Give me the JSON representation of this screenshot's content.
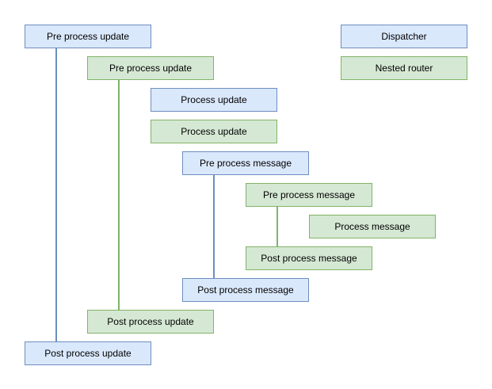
{
  "diagram": {
    "legend": {
      "dispatcher": "Dispatcher",
      "nested_router": "Nested router"
    },
    "nodes": [
      {
        "label": "Pre process update",
        "actor": "dispatcher"
      },
      {
        "label": "Pre process update",
        "actor": "nested_router"
      },
      {
        "label": "Process update",
        "actor": "dispatcher"
      },
      {
        "label": "Process update",
        "actor": "nested_router"
      },
      {
        "label": "Pre process message",
        "actor": "dispatcher"
      },
      {
        "label": "Pre process message",
        "actor": "nested_router"
      },
      {
        "label": "Process message",
        "actor": "nested_router"
      },
      {
        "label": "Post process message",
        "actor": "nested_router"
      },
      {
        "label": "Post process message",
        "actor": "dispatcher"
      },
      {
        "label": "Post process update",
        "actor": "nested_router"
      },
      {
        "label": "Post process update",
        "actor": "dispatcher"
      }
    ],
    "connectors": [
      {
        "name": "dispatcher-update-lifeline",
        "actor": "dispatcher"
      },
      {
        "name": "router-update-lifeline",
        "actor": "nested_router"
      },
      {
        "name": "dispatcher-message-lifeline",
        "actor": "dispatcher"
      },
      {
        "name": "router-message-lifeline",
        "actor": "nested_router"
      }
    ]
  },
  "colors": {
    "dispatcher_fill": "#dae8fc",
    "dispatcher_stroke": "#6c8ebf",
    "nested_router_fill": "#d5e8d4",
    "nested_router_stroke": "#82b366",
    "text": "#000000",
    "background": "#ffffff"
  }
}
